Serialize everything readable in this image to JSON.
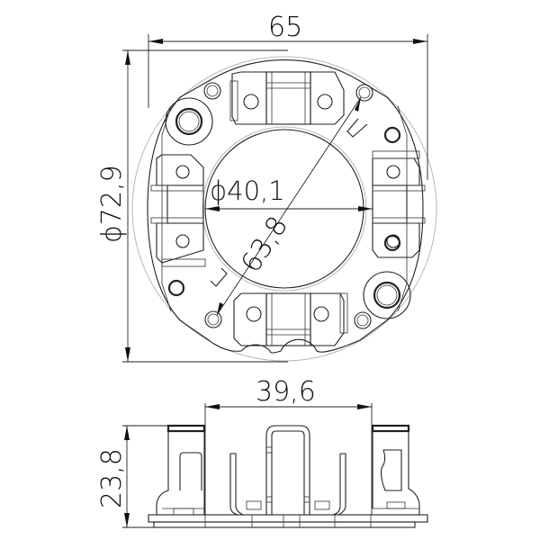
{
  "drawing": {
    "title": "Brush holder plate technical drawing",
    "views": [
      "top-view",
      "side-view"
    ],
    "line_color": "#222222",
    "ghost_circle_color": "#b8b8b8",
    "background": "#ffffff"
  },
  "dimensions": {
    "overall_width": {
      "value": "65",
      "orientation": "horizontal"
    },
    "outer_diameter": {
      "symbol": "ϕ",
      "value": "72,9",
      "label": "ϕ72,9",
      "orientation": "vertical"
    },
    "inner_diameter": {
      "symbol": "ϕ",
      "value": "40,1",
      "label": "ϕ40,1",
      "orientation": "horizontal"
    },
    "hole_spacing": {
      "value": "63,8",
      "orientation": "diagonal"
    },
    "brush_span": {
      "value": "39,6",
      "orientation": "horizontal"
    },
    "height": {
      "value": "23,8",
      "orientation": "vertical"
    }
  }
}
